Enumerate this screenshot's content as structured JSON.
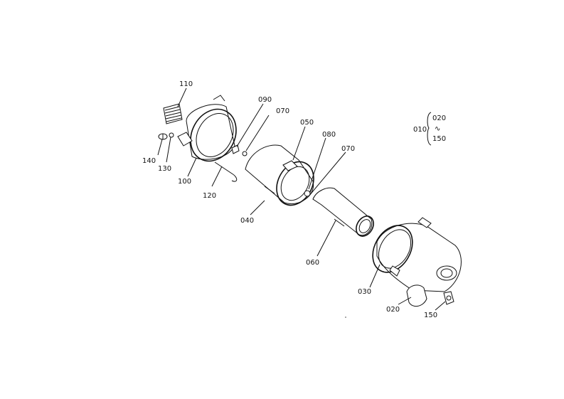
{
  "diagram": {
    "labels": {
      "l110": "110",
      "l090": "090",
      "l070a": "070",
      "l050": "050",
      "l080": "080",
      "l070b": "070",
      "l140": "140",
      "l130": "130",
      "l100": "100",
      "l120": "120",
      "l040": "040",
      "l060": "060",
      "l030": "030",
      "l020": "020",
      "l150": "150"
    },
    "legend": {
      "main": "010",
      "top": "020",
      "bottom": "150",
      "tilde": "∿"
    }
  }
}
